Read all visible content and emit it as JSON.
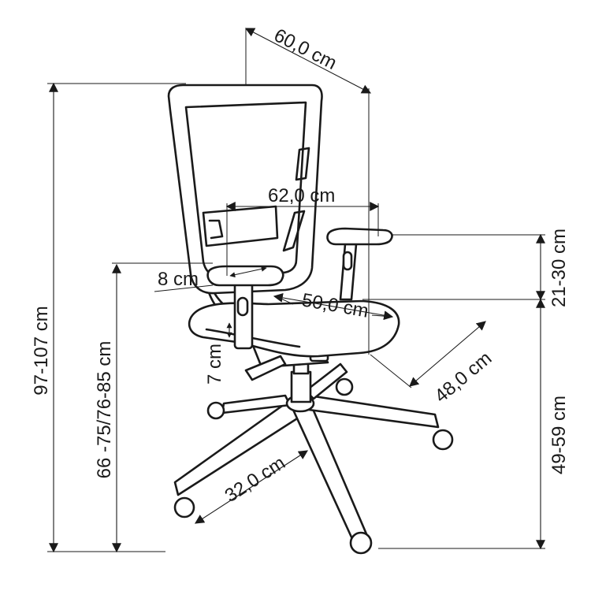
{
  "labels": {
    "depth_top": "60,0 cm",
    "width_arms": "62,0 cm",
    "arm_width": "8 cm",
    "arm_height_range": "21-30 cm",
    "seat_width": "50,0 cm",
    "seat_depth": "48,0 cm",
    "arm_gap": "7 cm",
    "total_height": "97-107 cm",
    "arm_floor_height": "66 -75/76-85 cm",
    "seat_height": "49-59 cm",
    "base_radius": "32,0 cm"
  },
  "colors": {
    "line": "#1a1a1a",
    "background": "#ffffff"
  }
}
